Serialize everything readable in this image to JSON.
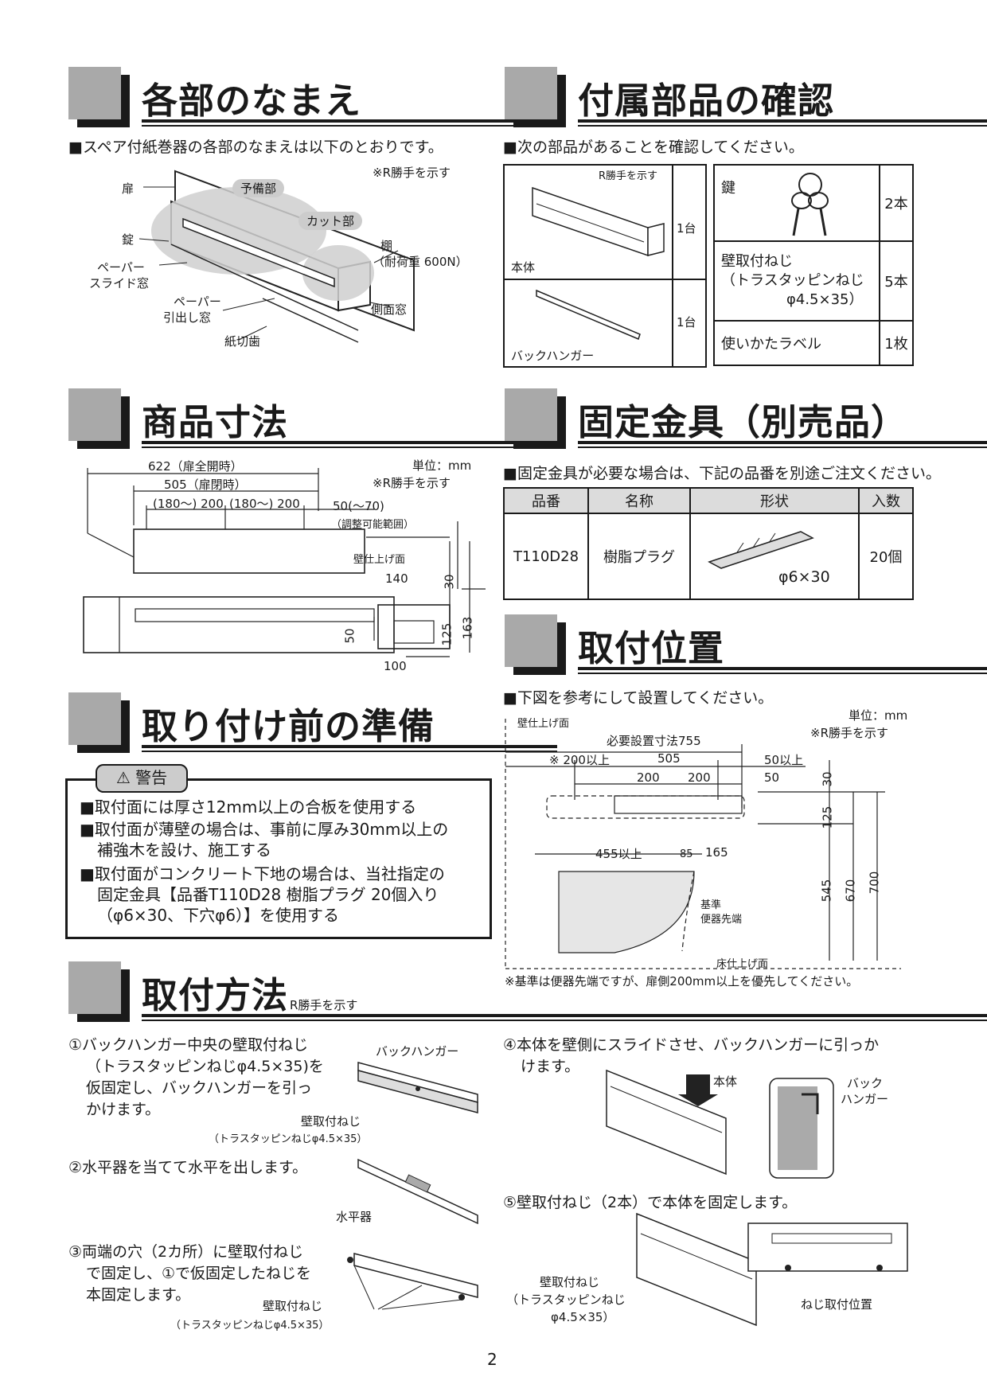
{
  "sections": {
    "names": {
      "title": "各部のなまえ",
      "intro": "■スペア付紙巻器の各部のなまえは以下のとおりです。",
      "note": "※R勝手を示す",
      "labels": {
        "door": "扉",
        "spare": "予備部",
        "cut": "カット部",
        "lock": "錠",
        "shelf": "棚",
        "shelf_load": "（耐荷重 600N）",
        "slide_window_1": "ペーパー",
        "slide_window_2": "スライド窓",
        "pull_window_1": "ペーパー",
        "pull_window_2": "引出し窓",
        "side_window": "側面窓",
        "cutter": "紙切歯"
      }
    },
    "accessories": {
      "title": "付属部品の確認",
      "intro": "■次の部品があることを確認してください。",
      "left_note": "R勝手を示す",
      "left_items": [
        {
          "name": "本体",
          "qty": "1台"
        },
        {
          "name": "バックハンガー",
          "qty": "1台"
        }
      ],
      "right_items": [
        {
          "name": "鍵",
          "qty": "2本"
        },
        {
          "name_1": "壁取付ねじ",
          "name_2": "（トラスタッピンねじ",
          "name_3": "φ4.5×35）",
          "qty": "5本"
        },
        {
          "name": "使いかたラベル",
          "qty": "1枚"
        }
      ]
    },
    "dimensions": {
      "title": "商品寸法",
      "unit": "単位：mm",
      "note": "※R勝手を示す",
      "labels": {
        "d622": "622（扉全開時）",
        "d505": "505（扉閉時）",
        "d200a": "(180〜) 200",
        "d200b": "(180〜) 200",
        "d50": "50(〜70)",
        "adjust": "（調整可能範囲）",
        "wall": "壁仕上げ面",
        "d140": "140",
        "d30": "30",
        "d50v": "50",
        "d125": "125",
        "d163": "163",
        "d100": "100"
      }
    },
    "fixture": {
      "title": "固定金具（別売品）",
      "intro": "■固定金具が必要な場合は、下記の品番を別途ご注文ください。",
      "headers": [
        "品番",
        "名称",
        "形状",
        "入数"
      ],
      "row": {
        "code": "T110D28",
        "name": "樹脂プラグ",
        "shape": "φ6×30",
        "count": "20個"
      }
    },
    "prep": {
      "title": "取り付け前の準備",
      "warning_label": "警告",
      "lines": [
        "■取付面には厚さ12mm以上の合板を使用する",
        "■取付面が薄壁の場合は、事前に厚み30mm以上の",
        "補強木を設け、施工する",
        "■取付面がコンクリート下地の場合は、当社指定の",
        "固定金具【品番T110D28 樹脂プラグ 20個入り",
        "（φ6×30、下穴φ6）】を使用する"
      ]
    },
    "position": {
      "title": "取付位置",
      "intro": "■下図を参考にして設置してください。",
      "unit": "単位：mm",
      "note": "※R勝手を示す",
      "labels": {
        "wall": "壁仕上げ面",
        "required": "必要設置寸法755",
        "d200min": "※ 200以上",
        "d505": "505",
        "d50min": "50以上",
        "d200a": "200",
        "d200b": "200",
        "d50": "50",
        "d30": "30",
        "d125": "125",
        "d455": "455以上",
        "d85": "85",
        "d165": "165",
        "d545": "545",
        "d670": "670",
        "d700": "700",
        "base_1": "基準",
        "base_2": "便器先端",
        "floor": "床仕上げ面"
      },
      "footnote": "※基準は便器先端ですが、扉側200mm以上を優先してください。"
    },
    "method": {
      "title": "取付方法",
      "subtitle": "R勝手を示す",
      "step1": [
        "①バックハンガー中央の壁取付ねじ",
        "（トラスタッピンねじφ4.5×35)を",
        "仮固定し、バックハンガーを引っ",
        "かけます。"
      ],
      "step1_labels": {
        "hanger": "バックハンガー",
        "screw": "壁取付ねじ",
        "screw_spec": "（トラスタッピンねじφ4.5×35）"
      },
      "step2": "②水平器を当てて水平を出します。",
      "step2_label": "水平器",
      "step3": [
        "③両端の穴（2カ所）に壁取付ねじ",
        "で固定し、①で仮固定したねじを",
        "本固定します。"
      ],
      "step3_labels": {
        "screw": "壁取付ねじ",
        "screw_spec": "（トラスタッピンねじφ4.5×35）"
      },
      "step4": [
        "④本体を壁側にスライドさせ、バックハンガーに引っか",
        "けます。"
      ],
      "step4_labels": {
        "body": "本体",
        "hanger_1": "バック",
        "hanger_2": "ハンガー"
      },
      "step5": "⑤壁取付ねじ（2本）で本体を固定します。",
      "step5_labels": {
        "screw_1": "壁取付ねじ",
        "screw_2": "（トラスタッピンねじ",
        "screw_3": "φ4.5×35）",
        "position": "ねじ取付位置"
      }
    }
  },
  "page_number": "2"
}
